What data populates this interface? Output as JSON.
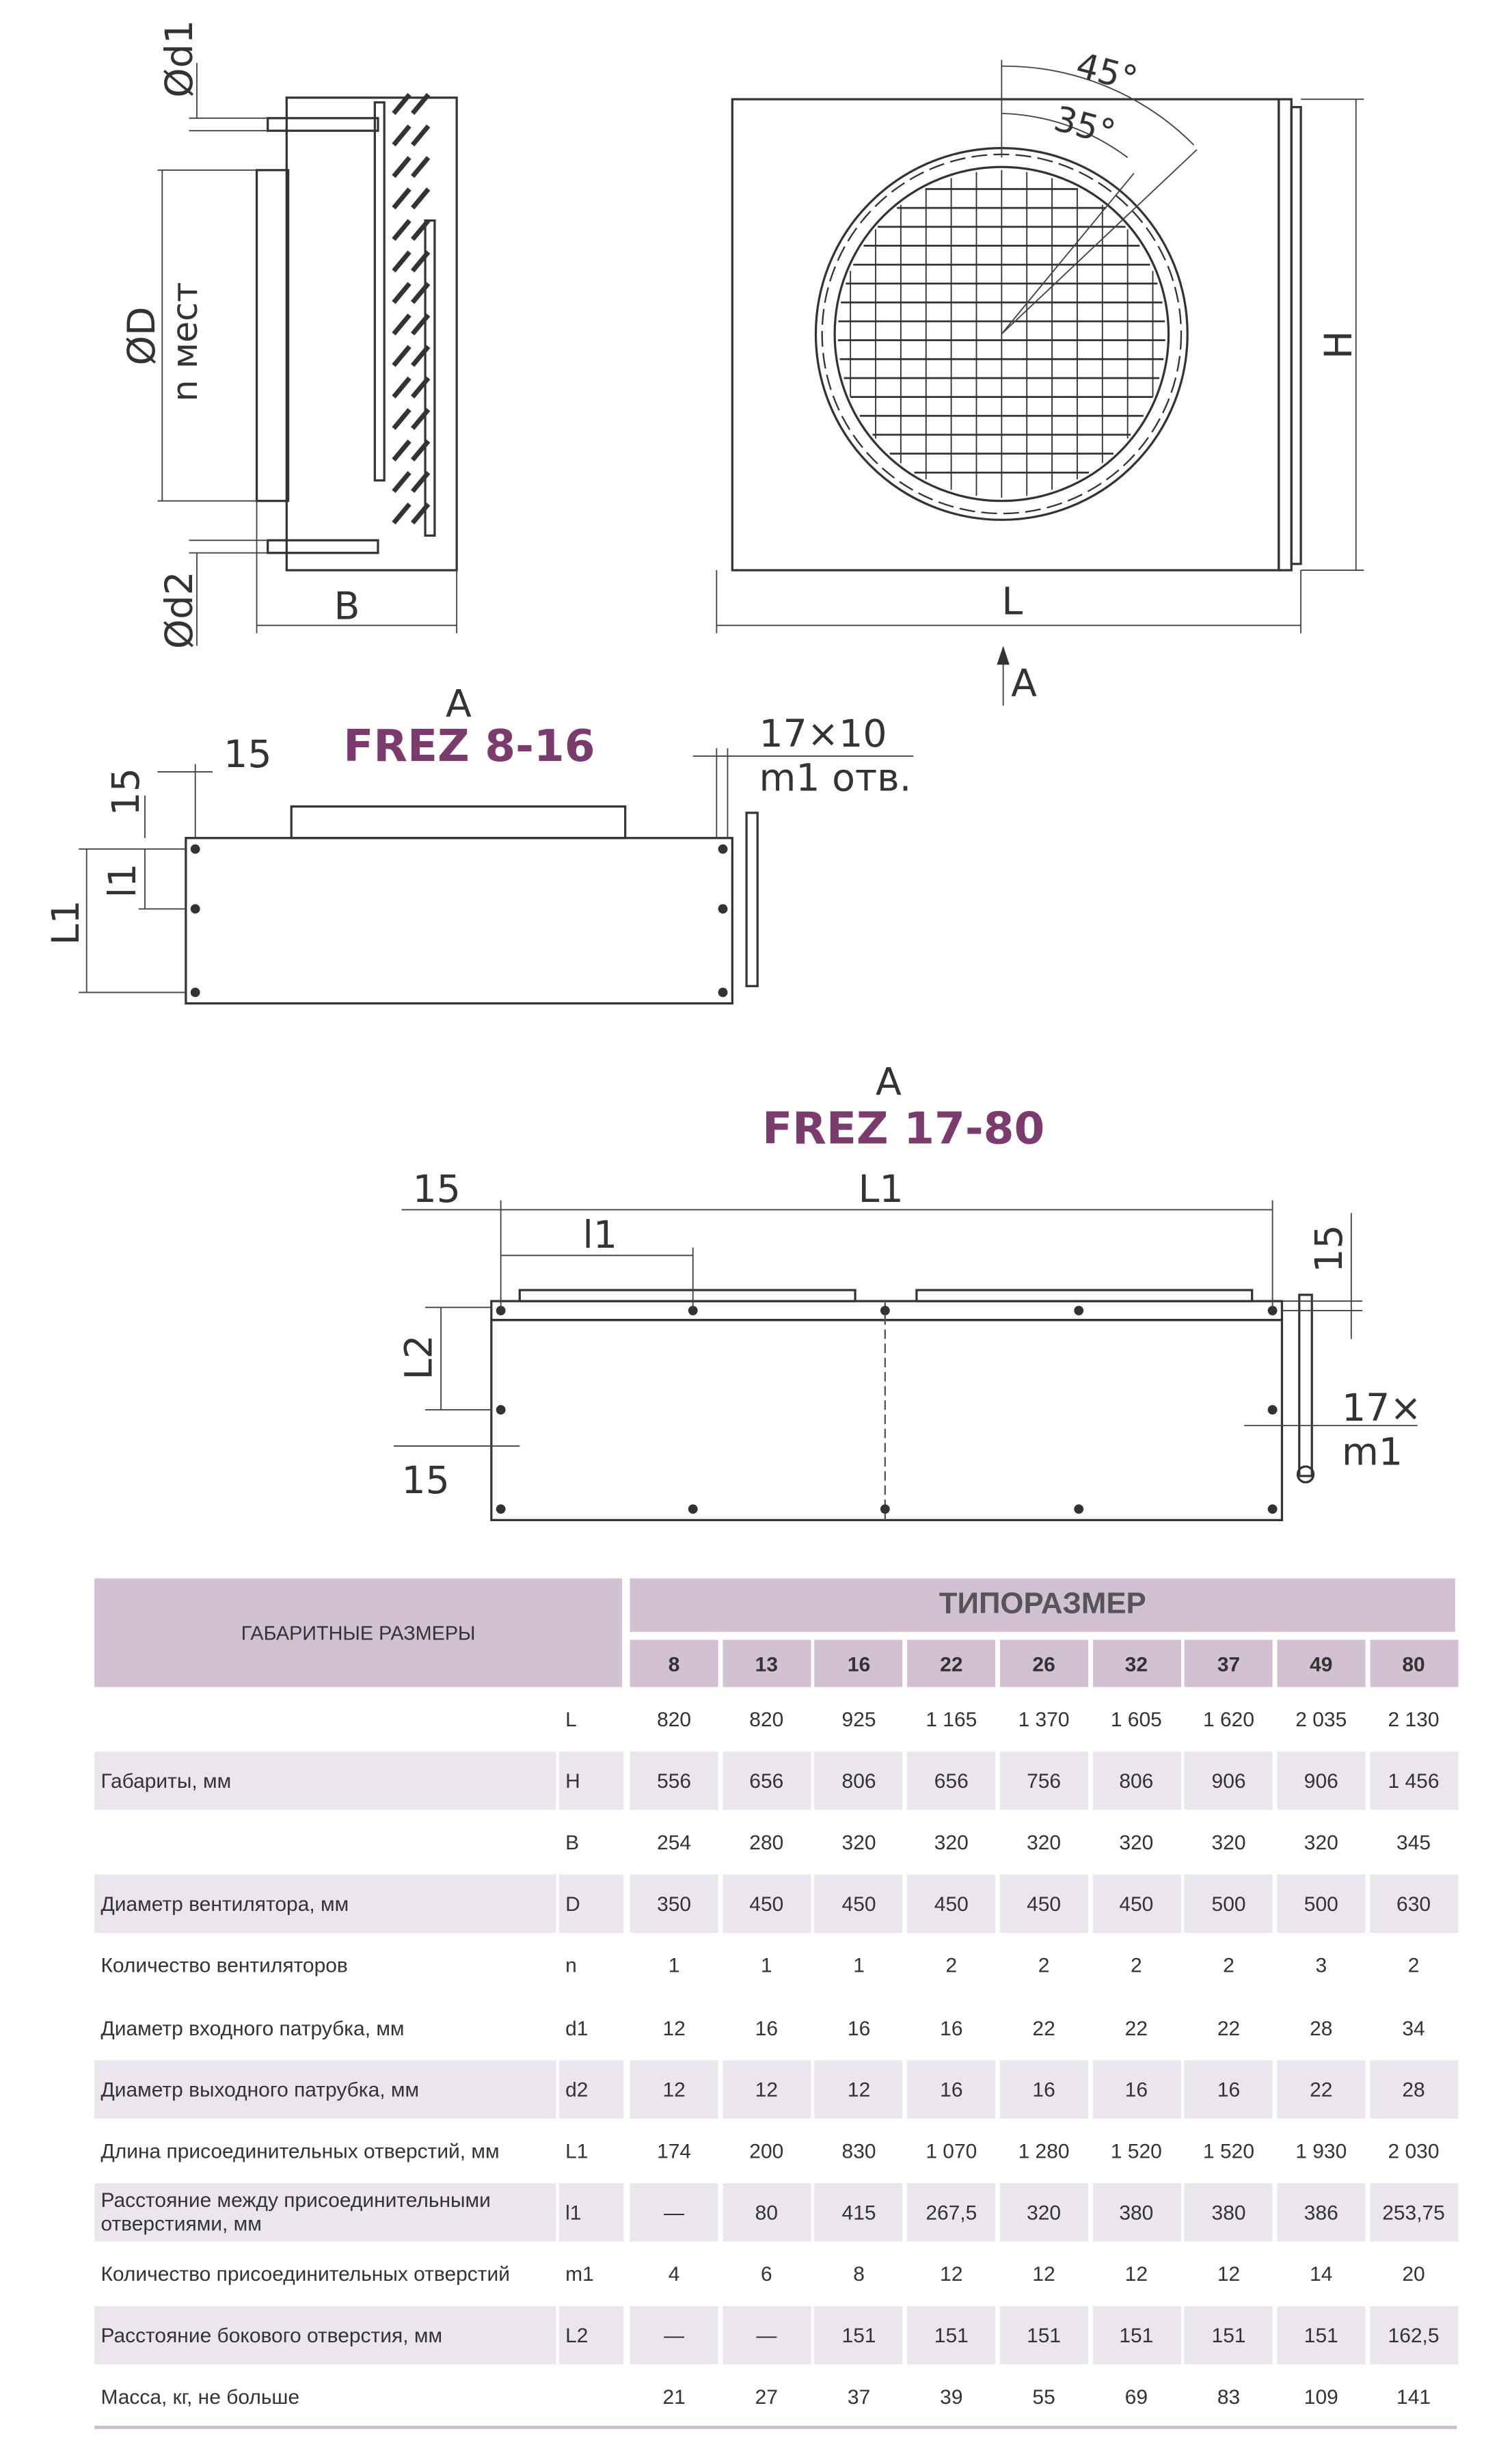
{
  "drawing": {
    "side_view": {
      "d1": "Ød1",
      "D": "ØD",
      "n": "n мест",
      "d2": "Ød2",
      "B": "B"
    },
    "front_view": {
      "angle1": "45°",
      "angle2": "35°",
      "H": "H",
      "L": "L",
      "A": "A"
    },
    "view_small": {
      "A": "A",
      "title": "FREZ 8-16",
      "dim15_h": "15",
      "dim15_v": "15",
      "hole": "17×10",
      "holes_count": "m1 отв.",
      "L1": "L1",
      "l1": "l1"
    },
    "view_large": {
      "A": "A",
      "title": "FREZ 17-80",
      "dim15_top": "15",
      "L1": "L1",
      "l1": "l1",
      "dim15_right": "15",
      "L2": "L2",
      "dim15_left": "15",
      "hole": "17×",
      "m1": "m1"
    }
  },
  "table": {
    "header_left": "ГАБАРИТНЫЕ РАЗМЕРЫ",
    "header_group": "ТИПОРАЗМЕР",
    "sizes": [
      "8",
      "13",
      "16",
      "22",
      "26",
      "32",
      "37",
      "49",
      "80"
    ],
    "rows": [
      {
        "label": "",
        "sym": "L",
        "values": [
          "820",
          "820",
          "925",
          "1 165",
          "1 370",
          "1 605",
          "1 620",
          "2 035",
          "2 130"
        ]
      },
      {
        "label": "Габариты, мм",
        "sym": "H",
        "values": [
          "556",
          "656",
          "806",
          "656",
          "756",
          "806",
          "906",
          "906",
          "1 456"
        ]
      },
      {
        "label": "",
        "sym": "B",
        "values": [
          "254",
          "280",
          "320",
          "320",
          "320",
          "320",
          "320",
          "320",
          "345"
        ]
      },
      {
        "label": "Диаметр вентилятора, мм",
        "sym": "D",
        "values": [
          "350",
          "450",
          "450",
          "450",
          "450",
          "450",
          "500",
          "500",
          "630"
        ]
      },
      {
        "label": "Количество вентиляторов",
        "sym": "n",
        "values": [
          "1",
          "1",
          "1",
          "2",
          "2",
          "2",
          "2",
          "3",
          "2"
        ]
      },
      {
        "label": "Диаметр входного патрубка, мм",
        "sym": "d1",
        "values": [
          "12",
          "16",
          "16",
          "16",
          "22",
          "22",
          "22",
          "28",
          "34"
        ]
      },
      {
        "label": "Диаметр выходного патрубка, мм",
        "sym": "d2",
        "values": [
          "12",
          "12",
          "12",
          "16",
          "16",
          "16",
          "16",
          "22",
          "28"
        ]
      },
      {
        "label": "Длина присоединительных отверстий, мм",
        "sym": "L1",
        "values": [
          "174",
          "200",
          "830",
          "1 070",
          "1 280",
          "1 520",
          "1 520",
          "1 930",
          "2 030"
        ]
      },
      {
        "label": "Расстояние между присоединительными отверстиями, мм",
        "sym": "l1",
        "values": [
          "—",
          "80",
          "415",
          "267,5",
          "320",
          "380",
          "380",
          "386",
          "253,75"
        ]
      },
      {
        "label": "Количество присоединительных отверстий",
        "sym": "m1",
        "values": [
          "4",
          "6",
          "8",
          "12",
          "12",
          "12",
          "12",
          "14",
          "20"
        ]
      },
      {
        "label": "Расстояние бокового отверстия, мм",
        "sym": "L2",
        "values": [
          "—",
          "—",
          "151",
          "151",
          "151",
          "151",
          "151",
          "151",
          "162,5"
        ]
      },
      {
        "label": "Масса, кг, не больше",
        "sym": "",
        "values": [
          "21",
          "27",
          "37",
          "39",
          "55",
          "69",
          "83",
          "109",
          "141"
        ]
      }
    ]
  }
}
